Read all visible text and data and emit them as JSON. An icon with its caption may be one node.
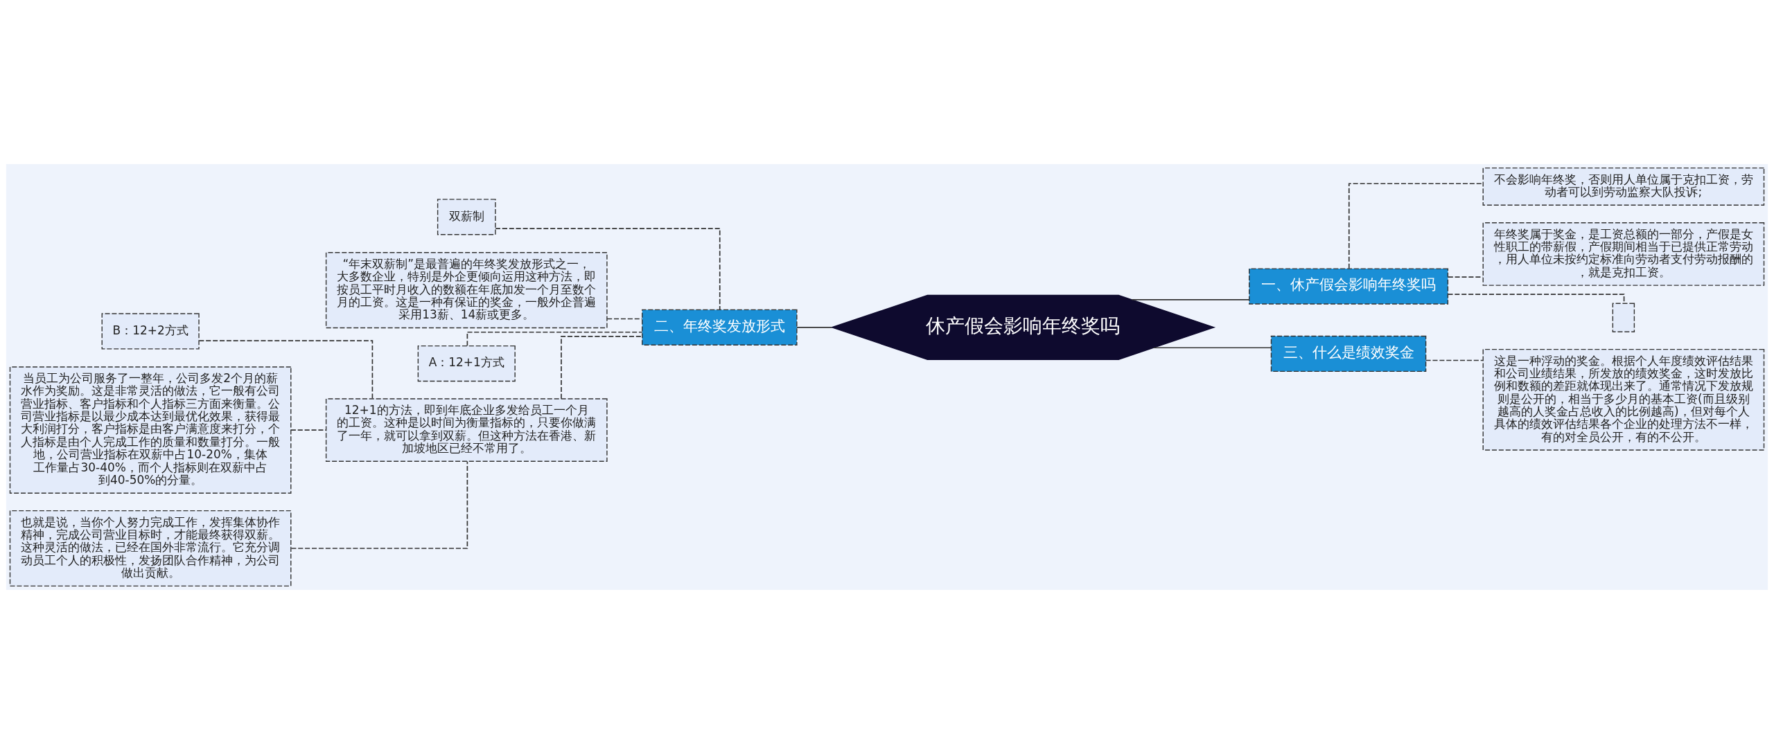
{
  "diagram": {
    "nodes": [
      {
        "text": [
          "休产假会影响年终奖吗"
        ]
      },
      {
        "text": [
          "二、年终奖发放形式"
        ]
      },
      {
        "text": [
          "双薪制"
        ]
      },
      {
        "text": [
          "“年末双薪制”是最普遍的年终奖发放形式之一，大多数企业，特别是外企更倾向运用这种方法，即按员工平时月收入的数额在年底加发一个月至数个月的工资。这是一种有保证的奖金，一般外企普遍采用13薪、14薪或更多。"
        ]
      },
      {
        "text": [
          "A：12+1方式"
        ]
      },
      {
        "text": [
          "12+1的方法，即到年底企业多发给员工一个月的工资。这种是以时间为衡量指标的，只要你做满了一年，就可以拿到双薪。但这种方法在香港、新加坡地区已经不常用了。"
        ]
      },
      {
        "text": [
          "B：12+2方式"
        ]
      },
      {
        "text": [
          "当员工为公司服务了一整年，公司多发2个月的薪水作为奖励。这是非常灵活的做法，它一般有公司营业指标、客户指标和个人指标三方面来衡量。公司营业指标是以最少成本达到最优化效果，获得最大利润打分，客户指标是由客户满意度来打分，个人指标是由个人完成工作的质量和数量打分。一般地，公司营业指标在双薪中占10-20%，集体工作量占30-40%，而个人指标则在双薪中占到40-50%的分量。"
        ]
      },
      {
        "text": [
          "也就是说，当你个人努力完成工作，发挥集体协作精神，完成公司营业目标时，才能最终获得双薪。这种灵活的做法，已经在国外非常流行。它充分调动员工个人的积极性，发扬团队合作精神，为公司做出贡献。"
        ]
      },
      {
        "text": [
          "一、休产假会影响年终奖吗"
        ]
      },
      {
        "text": [
          "不会影响年终奖，否则用人单位属于克扣工资，劳动者可以到劳动监察大队投诉;"
        ]
      },
      {
        "text": [
          "年终奖属于奖金，是工资总额的一部分，产假是女性职工的带薪假，产假期间相当于已提供正常劳动，用人单位未按约定标准向劳动者支付劳动报酬的，就是克扣工资。"
        ]
      },
      {
        "text": [],
        "shape": "box"
      },
      {
        "text": [
          "三、什么是绩效奖金"
        ]
      },
      {
        "text": [
          "这是一种浮动的奖金。根据个人年度绩效评估结果和公司业绩结果，所发放的绩效奖金，这时发放比例和数额的差距就体现出来了。通常情况下发放规则是公开的，相当于多少月的基本工资(而且级别越高的人奖金占总收入的比例越高)，但对每个人具体的绩效评估结果各个企业的处理方法不一样，有的对全员公开，有的不公开。"
        ]
      }
    ],
    "edges": [
      {
        "from": 0,
        "to": 1,
        "arrow": "none"
      },
      {
        "from": 1,
        "to": 2,
        "arrow": "none",
        "style": "dashed"
      },
      {
        "from": 1,
        "to": 3,
        "arrow": "none",
        "style": "dashed"
      },
      {
        "from": 1,
        "to": 4,
        "arrow": "none",
        "style": "dashed"
      },
      {
        "from": 1,
        "to": 5,
        "arrow": "none",
        "style": "dashed"
      },
      {
        "from": 5,
        "to": 6,
        "arrow": "none",
        "style": "dashed"
      },
      {
        "from": 5,
        "to": 7,
        "arrow": "none",
        "style": "dashed"
      },
      {
        "from": 5,
        "to": 8,
        "arrow": "none",
        "style": "dashed"
      },
      {
        "from": 0,
        "to": 9,
        "arrow": "none"
      },
      {
        "from": 9,
        "to": 10,
        "arrow": "none",
        "style": "dashed"
      },
      {
        "from": 9,
        "to": 11,
        "arrow": "none",
        "style": "dashed"
      },
      {
        "from": 9,
        "to": 12,
        "arrow": "none",
        "style": "dashed"
      },
      {
        "from": 0,
        "to": 13,
        "arrow": "none"
      },
      {
        "from": 13,
        "to": 14,
        "arrow": "none",
        "style": "dashed"
      }
    ]
  }
}
